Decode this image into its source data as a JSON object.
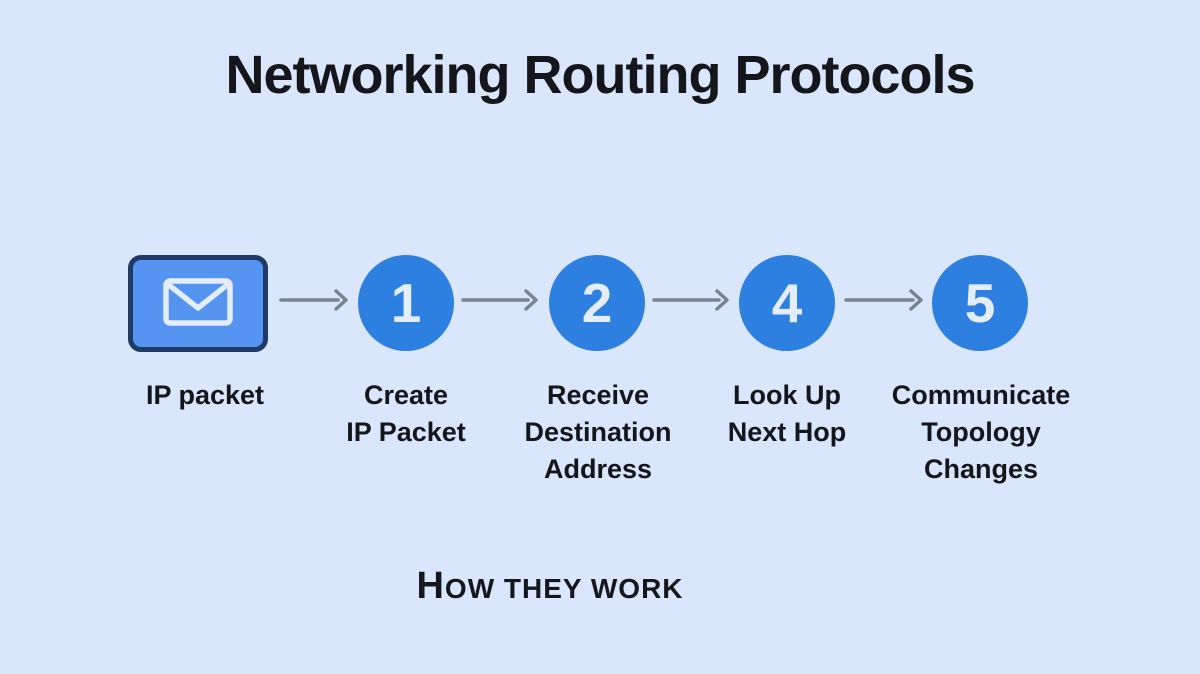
{
  "title": "Networking Routing Protocols",
  "subtitle": {
    "initial": "H",
    "rest": "ow they work"
  },
  "flow": {
    "source": {
      "icon": "envelope-icon",
      "label": "IP packet"
    },
    "steps": [
      {
        "number": "1",
        "label": "Create\nIP Packet"
      },
      {
        "number": "2",
        "label": "Receive\nDestination\nAddress"
      },
      {
        "number": "4",
        "label": "Look Up\nNext Hop"
      },
      {
        "number": "5",
        "label": "Communicate\nTopology\nChanges"
      }
    ]
  },
  "colors": {
    "background": "#d9e6fb",
    "circle_fill": "#2d7fe0",
    "circle_text": "#e3edfc",
    "envelope_card_fill": "#5594f0",
    "envelope_card_border": "#1f3a64",
    "envelope_glyph": "#e3edfc",
    "arrow": "#7a828e",
    "text": "#14161b"
  }
}
